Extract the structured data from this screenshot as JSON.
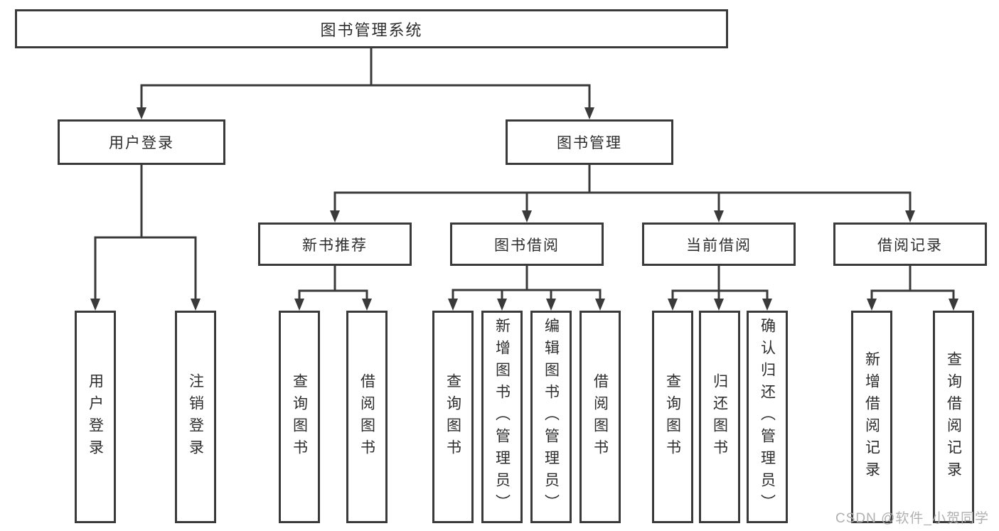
{
  "diagram": {
    "title": "图书管理系统",
    "children": [
      {
        "label": "用户登录",
        "children": [
          {
            "label": "用户登录"
          },
          {
            "label": "注销登录"
          }
        ]
      },
      {
        "label": "图书管理",
        "children": [
          {
            "label": "新书推荐",
            "children": [
              {
                "label": "查询图书"
              },
              {
                "label": "借阅图书"
              }
            ]
          },
          {
            "label": "图书借阅",
            "children": [
              {
                "label": "查询图书"
              },
              {
                "label": "新增图书（管理员）"
              },
              {
                "label": "编辑图书（管理员）"
              },
              {
                "label": "借阅图书"
              }
            ]
          },
          {
            "label": "当前借阅",
            "children": [
              {
                "label": "查询图书"
              },
              {
                "label": "归还图书"
              },
              {
                "label": "确认归还（管理员）"
              }
            ]
          },
          {
            "label": "借阅记录",
            "children": [
              {
                "label": "新增借阅记录"
              },
              {
                "label": "查询借阅记录"
              }
            ]
          }
        ]
      }
    ]
  },
  "watermark": "CSDN @软件_小贺同学",
  "colors": {
    "line": "#3a3a3a",
    "text": "#2d2d2d",
    "box_background": "#ffffff",
    "page_background": "#ffffff",
    "watermark": "#b0b0b0"
  }
}
